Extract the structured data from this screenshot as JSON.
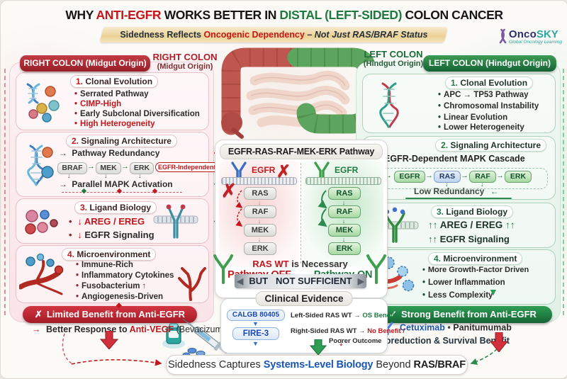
{
  "symbols": {
    "bullet": "•",
    "arrow_right": "→",
    "arrow_left": "←",
    "arrow_down": "↓",
    "arrow_up": "↑",
    "arrow_up2": "↑↑",
    "cross": "✗",
    "check": "✓",
    "diamond": "◆",
    "tri_down": "▼",
    "tri_left": "◀",
    "tri_right": "▶"
  },
  "header": {
    "title": {
      "w1": "WHY",
      "w2": "ANTI-EGFR",
      "w3": "WORKS BETTER IN",
      "w4": "DISTAL",
      "w5": "(LEFT-SIDED)",
      "w6": "COLON CANCER"
    },
    "subtitle": {
      "lead": "Sidedness Reflects",
      "em": "Oncogenic Dependency",
      "dash": "–",
      "tail": "Not Just RAS/BRAF Status"
    },
    "logo": {
      "brand1": "Onco",
      "brand2": "SKY",
      "tagline": "Global Oncology Learning"
    }
  },
  "labels": {
    "right_colon": {
      "l1": "RIGHT COLON",
      "l2": "(Midgut Origin)"
    },
    "left_colon": {
      "l1": "LEFT COLON",
      "l2": "(Hindgut Origin)"
    }
  },
  "right_panel": {
    "header": "RIGHT COLON (Midgut Origin)",
    "s1": {
      "num": "1.",
      "title": "Clonal Evolution",
      "b1": "Serrated Pathway",
      "b2": "CIMP-High",
      "b3": "Early Subclonal Diversification",
      "b4": "High Heterogeneity"
    },
    "s2": {
      "num": "2.",
      "title": "Signaling Architecture",
      "i1": "Pathway Redundancy",
      "c1": "BRAF",
      "c2": "MEK",
      "c3": "ERK",
      "badge": "EGFR-Independent",
      "i2": "Parallel MAPK Activation"
    },
    "s3": {
      "num": "3.",
      "title": "Ligand Biology",
      "i1": "AREG / EREG",
      "i2": "EGFR Signaling"
    },
    "s4": {
      "num": "4.",
      "title": "Microenvironment",
      "b1": "Immune-Rich",
      "b2": "Inflammatory Cytokines",
      "b3": "Fusobacterium",
      "b4": "Angiogenesis-Driven"
    },
    "verdict": "Limited Benefit from Anti-EGFR",
    "note": {
      "lead": "Better Response to",
      "em": "Anti-VEGF",
      "tail": "(Bevacizumab)"
    }
  },
  "left_panel": {
    "header": "LEFT COLON (Hindgut Origin)",
    "s1": {
      "num": "1.",
      "title": "Clonal Evolution",
      "b1": "APC → TP53 Pathway",
      "b2": "Chromosomal Instability",
      "b3": "Linear Evolution",
      "b4": "Lower Heterogeneity"
    },
    "s2": {
      "num": "2.",
      "title": "Signaling Architecture",
      "cascade": "EGFR-Dependent MAPK Cascade",
      "c1": "EGFR",
      "c2": "RAS",
      "c3": "RAF",
      "c4": "ERK",
      "note": "Low Redundancy"
    },
    "s3": {
      "num": "3.",
      "title": "Ligand Biology",
      "i1": "AREG / EREG",
      "i2": "EGFR Signaling"
    },
    "s4": {
      "num": "4.",
      "title": "Microenvironment",
      "b1": "More Growth-Factor Driven",
      "b2": "Lower Inflammation",
      "b3": "Less Complexity"
    },
    "verdict": "Strong Benefit from Anti-EGFR",
    "drugs": {
      "d1": "Cetuximab",
      "sep": "•",
      "d2": "Panitumumab"
    },
    "extra": "+ Cytoreduction & Survival Benefit"
  },
  "pathway": {
    "title": "EGFR-RAS-RAF-MEK-ERK Pathway",
    "off": {
      "receptor": "EGFR",
      "c1": "RAS",
      "c2": "RAF",
      "c3": "MEK",
      "c4": "ERK",
      "status": "Pathway OFF"
    },
    "on": {
      "receptor": "EGFR",
      "c1": "RAS",
      "c2": "RAF",
      "c3": "MEK",
      "c4": "ERK",
      "status": "Pathway ON"
    },
    "necessary": {
      "em": "RAS WT",
      "tail": "is Necessary"
    },
    "sufficient": {
      "but": "BUT",
      "rest": "NOT SUFFICIENT"
    }
  },
  "clinical": {
    "title": "Clinical Evidence",
    "t1": "CALGB 80405",
    "t2": "FIRE-3",
    "r1": {
      "lead": "Left-Sided RAS WT",
      "arrow": "→",
      "res": "OS Benefit"
    },
    "r2": {
      "lead": "Right-Sided RAS WT",
      "arrow": "→",
      "res1": "No Benefit /",
      "res2": "Poorer Outcome"
    }
  },
  "footer": {
    "lead": "Sidedness Captures",
    "em": "Systems-Level Biology",
    "mid": "Beyond",
    "tail": "RAS/BRAF"
  },
  "colors": {
    "red": "#c4161c",
    "dark_red": "#a8232e",
    "green": "#1e7a40",
    "dark_green": "#176b37",
    "blue": "#1a56b0",
    "gold": "#e8c874"
  }
}
